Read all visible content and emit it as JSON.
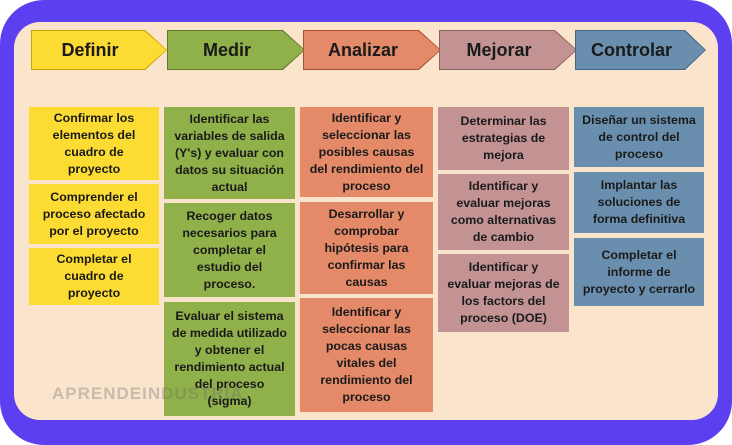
{
  "phases": [
    {
      "label": "Definir",
      "color": "#fcdc32",
      "border": "#c9a600"
    },
    {
      "label": "Medir",
      "color": "#90b04a",
      "border": "#5f7a26"
    },
    {
      "label": "Analizar",
      "color": "#e48a69",
      "border": "#a65230"
    },
    {
      "label": "Mejorar",
      "color": "#c39394",
      "border": "#8c5f60"
    },
    {
      "label": "Controlar",
      "color": "#6a8fae",
      "border": "#3f6686"
    }
  ],
  "columns": {
    "definir": [
      "Confirmar los elementos del cuadro de proyecto",
      "Comprender el proceso afectado por el proyecto",
      "Completar el cuadro de proyecto"
    ],
    "medir": [
      "Identificar las variables de salida (Y's) y evaluar con datos su situación actual",
      "Recoger datos necesarios para completar el estudio del proceso.",
      "Evaluar el sistema de medida utilizado y obtener el rendimiento actual del proceso (sigma)"
    ],
    "analizar": [
      "Identificar y seleccionar las posibles causas del rendimiento del proceso",
      "Desarrollar y comprobar hipótesis para confirmar las causas",
      "Identificar y seleccionar las pocas causas vitales del rendimiento del proceso"
    ],
    "mejorar": [
      "Determinar las estrategias de mejora",
      "Identificar y evaluar mejoras como alternativas de cambio",
      "Identificar y evaluar mejoras de los factors del proceso (DOE)"
    ],
    "controlar": [
      "Diseñar un sistema de control del proceso",
      "Implantar las soluciones de forma definitiva",
      "Completar el informe de proyecto y cerrarlo"
    ]
  },
  "watermark": "APRENDEINDUSTRIA"
}
